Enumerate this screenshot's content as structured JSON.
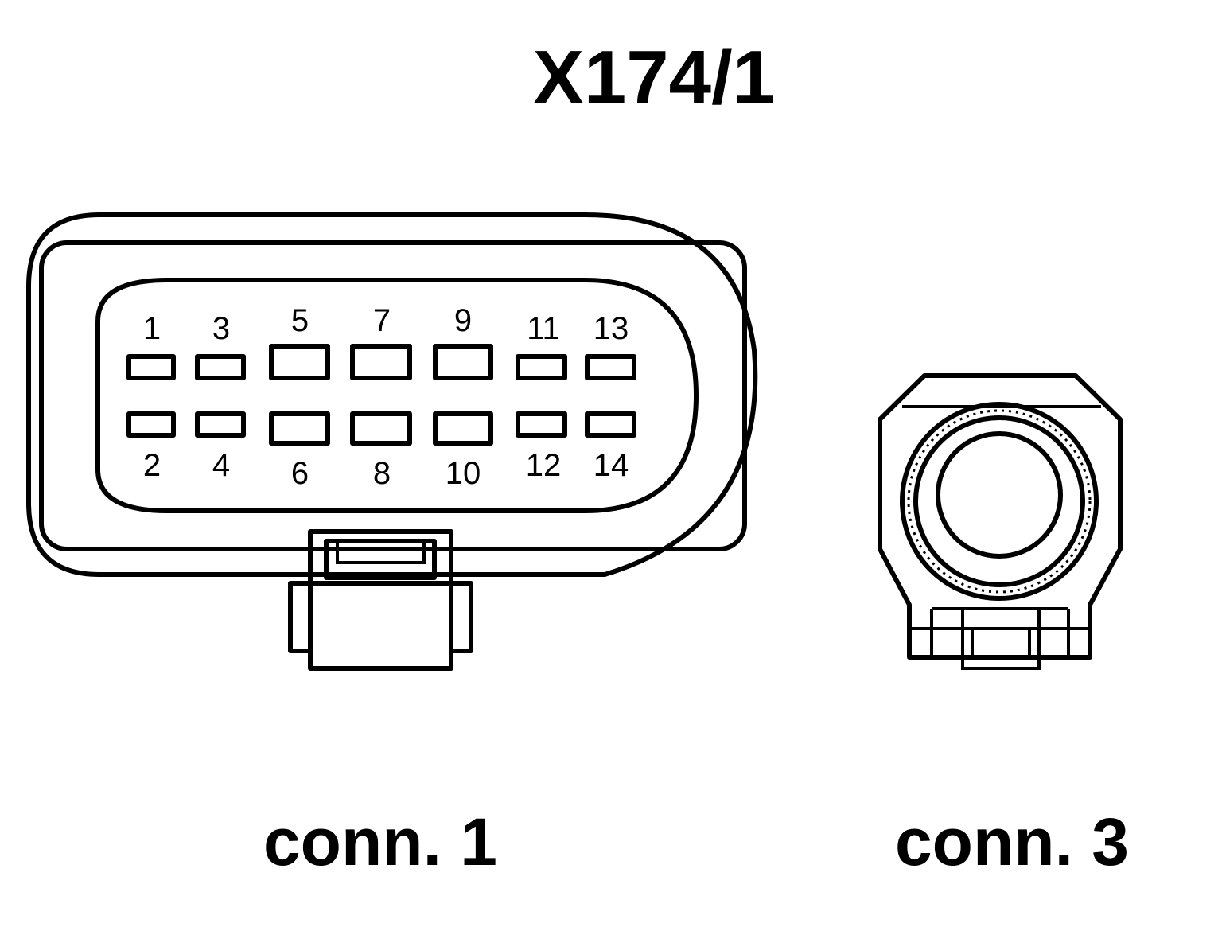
{
  "title": "X174/1",
  "connectors": [
    {
      "caption": "conn. 1",
      "pins_top": [
        "1",
        "3",
        "5",
        "7",
        "9",
        "11",
        "13"
      ],
      "pins_bottom": [
        "2",
        "4",
        "6",
        "8",
        "10",
        "12",
        "14"
      ]
    },
    {
      "caption": "conn. 3"
    }
  ]
}
